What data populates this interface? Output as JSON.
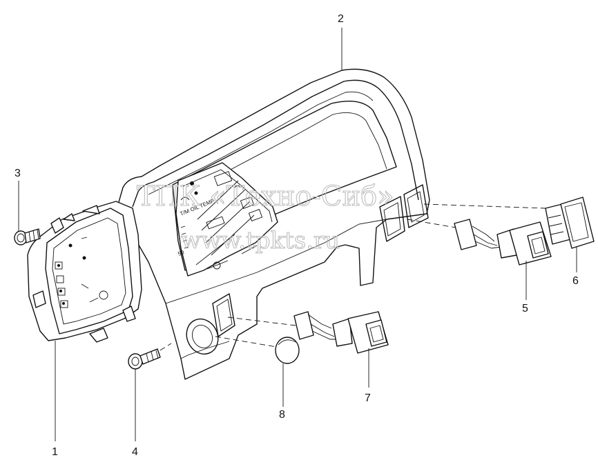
{
  "watermark": {
    "line1": "ТПК «Техно-Сиб»",
    "line2": "www.tpkts.ru"
  },
  "gauge_text": {
    "oil_temp": "T/M OIL TEMP",
    "scale_50": "50"
  },
  "callouts": [
    {
      "id": "1",
      "label": "1"
    },
    {
      "id": "2",
      "label": "2"
    },
    {
      "id": "3",
      "label": "3"
    },
    {
      "id": "4",
      "label": "4"
    },
    {
      "id": "5",
      "label": "5"
    },
    {
      "id": "6",
      "label": "6"
    },
    {
      "id": "7",
      "label": "7"
    },
    {
      "id": "8",
      "label": "8"
    }
  ]
}
